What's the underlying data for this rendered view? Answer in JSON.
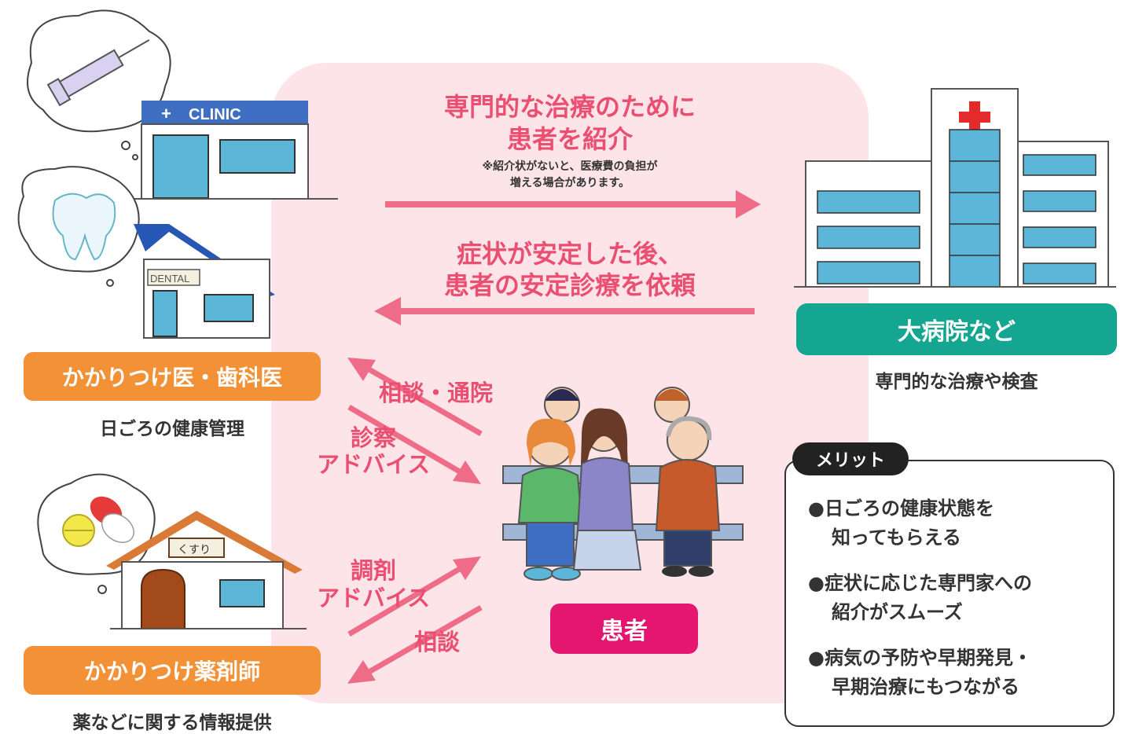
{
  "referral": {
    "line1": "専門的な治療のために",
    "line2": "患者を紹介",
    "note1": "※紹介状がないと、医療費の負担が",
    "note2": "増える場合があります。"
  },
  "stable": {
    "line1": "症状が安定した後、",
    "line2": "患者の安定診療を依頼"
  },
  "hospital": {
    "label": "大病院など",
    "sub": "専門的な治療や検査"
  },
  "doctor": {
    "label": "かかりつけ医・歯科医",
    "sub": "日ごろの健康管理",
    "clinic_sign": "CLINIC",
    "dental_sign": "DENTAL"
  },
  "pharmacist": {
    "label": "かかりつけ薬剤師",
    "sub": "薬などに関する情報提供",
    "pharmacy_sign": "くすり"
  },
  "patient": {
    "label": "患者"
  },
  "flows": {
    "consult_visit": "相談・通院",
    "exam": "診察",
    "advice1": "アドバイス",
    "dispense": "調剤",
    "advice2": "アドバイス",
    "consult": "相談"
  },
  "merit": {
    "tag": "メリット",
    "item1_line1": "●日ごろの健康状態を",
    "item1_line2": "知ってもらえる",
    "item2_line1": "●症状に応じた専門家への",
    "item2_line2": "紹介がスムーズ",
    "item3_line1": "●病気の予防や早期発見・",
    "item3_line2": "早期治療にもつながる"
  },
  "colors": {
    "pink_text": "#ea4f72",
    "panel": "#fde4e8",
    "orange": "#f39137",
    "teal": "#14a690",
    "magenta": "#e5166f"
  }
}
